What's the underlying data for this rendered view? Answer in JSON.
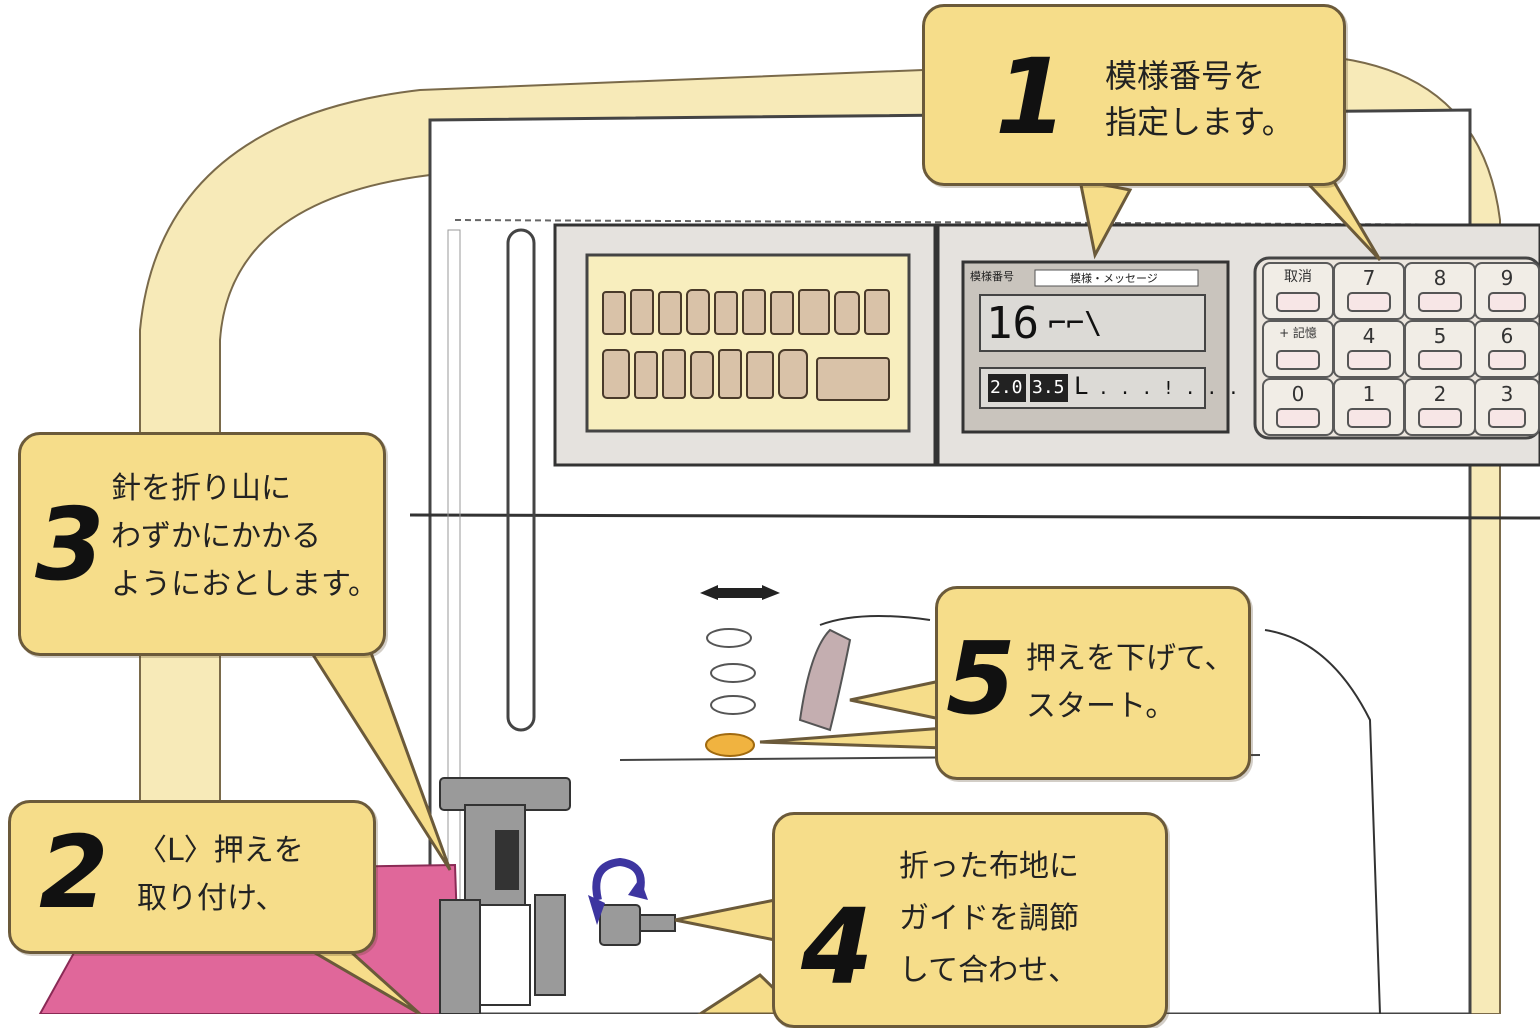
{
  "steps": [
    {
      "number": "1",
      "lines": [
        "模様番号を",
        "指定します。"
      ]
    },
    {
      "number": "2",
      "lines": [
        "〈L〉押えを",
        "取り付け、"
      ]
    },
    {
      "number": "3",
      "lines": [
        "針を折り山に",
        "わずかにかかる",
        "ようにおとします。"
      ]
    },
    {
      "number": "4",
      "lines": [
        "折った布地に",
        "ガイドを調節",
        "して合わせ、"
      ]
    },
    {
      "number": "5",
      "lines": [
        "押えを下げて、",
        "スタート。"
      ]
    }
  ],
  "display": {
    "label_top_left": "模様番号",
    "label_top_right": "模様・メッセージ",
    "pattern_number": "16",
    "pattern_glyph": "⌐⌐\\",
    "width_value": "2.0",
    "length_value": "3.5",
    "foot": "L",
    "dots": ". . . ! . . ."
  },
  "keypad": {
    "cancel_label": "取消",
    "memory_label": "+ 記憶",
    "digits": [
      "7",
      "8",
      "9",
      "4",
      "5",
      "6",
      "0",
      "1",
      "2",
      "3"
    ]
  },
  "colors": {
    "bubble": "#f6dd8a",
    "machine_arm": "#f7eab8",
    "fabric": "#e0679a",
    "start_button": "#f0b340",
    "arrow": "#3d35a0"
  }
}
